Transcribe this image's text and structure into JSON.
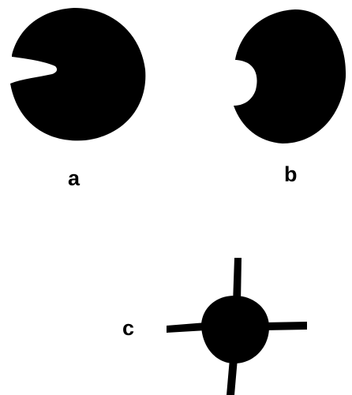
{
  "figures": [
    {
      "label": "a",
      "shape": "disc-with-wedge-notch-left"
    },
    {
      "label": "b",
      "shape": "disc-with-concave-bite-left"
    },
    {
      "label": "c",
      "shape": "disc-with-four-radial-spokes"
    }
  ],
  "colors": {
    "ink": "#000000",
    "background": "#ffffff"
  }
}
